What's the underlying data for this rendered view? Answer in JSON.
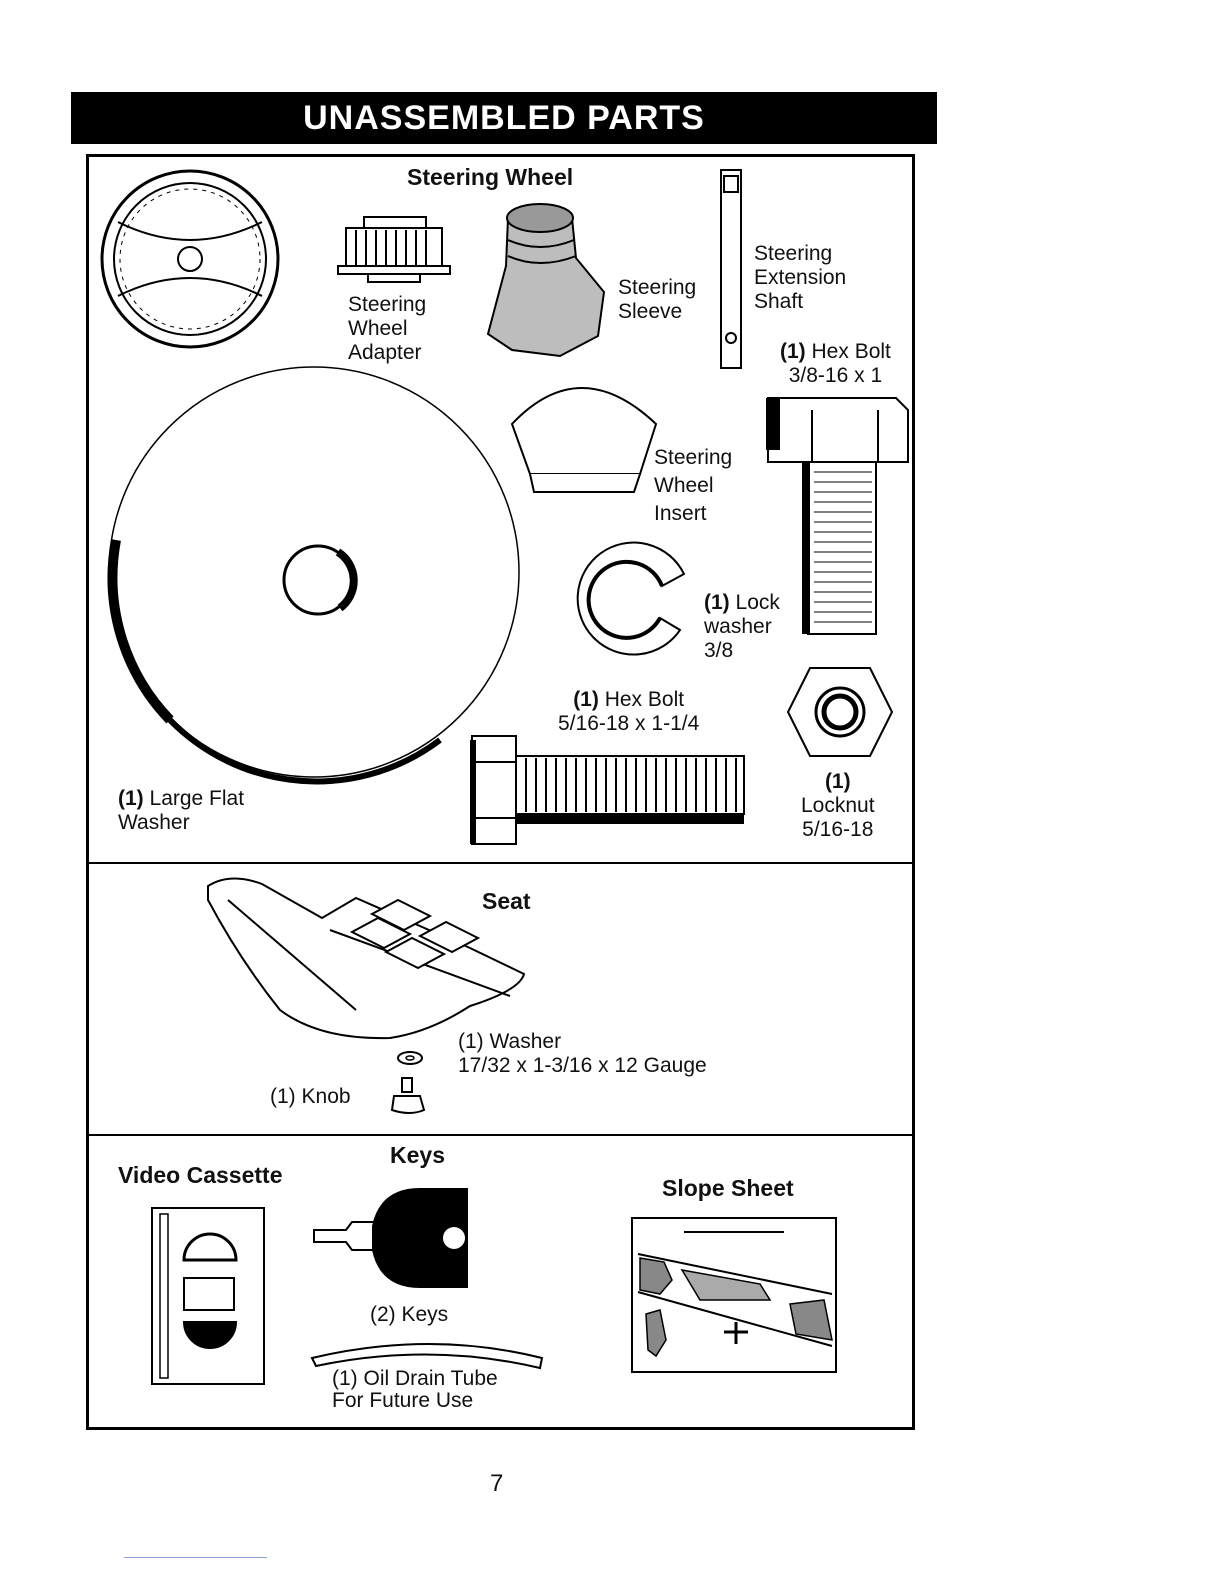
{
  "header": {
    "title": "UNASSEMBLED PARTS"
  },
  "steering_section": {
    "title": "Steering Wheel",
    "adapter": [
      "Steering",
      "Wheel",
      "Adapter"
    ],
    "sleeve": [
      "Steering",
      "Sleeve"
    ],
    "shaft": [
      "Steering",
      "Extension",
      "Shaft"
    ],
    "hex_bolt_large": {
      "qty": "(1)",
      "name": "Hex Bolt",
      "size": "3/8-16 x 1"
    },
    "insert": [
      "Steering",
      "Wheel",
      "Insert"
    ],
    "lock_washer": {
      "qty": "(1)",
      "name": "Lock",
      "line2": "washer",
      "size": "3/8"
    },
    "hex_bolt_small": {
      "qty": "(1)",
      "name": "Hex Bolt",
      "size": "5/16-18 x 1-1/4"
    },
    "locknut": {
      "qty": "(1)",
      "name": "Locknut",
      "size": "5/16-18"
    },
    "large_washer": {
      "qty": "(1)",
      "name": "Large Flat",
      "line2": "Washer"
    }
  },
  "seat_section": {
    "title": "Seat",
    "washer": {
      "qty": "(1)",
      "name": "Washer",
      "size": "17/32 x 1-3/16 x 12 Gauge"
    },
    "knob": {
      "qty": "(1)",
      "name": "Knob"
    }
  },
  "bottom_section": {
    "video_title": "Video Cassette",
    "keys_title": "Keys",
    "keys_label": "(2) Keys",
    "slope_title": "Slope Sheet",
    "oil_tube": {
      "line1": "(1) Oil Drain Tube",
      "line2": "For Future Use"
    }
  },
  "page": {
    "number": "7"
  }
}
